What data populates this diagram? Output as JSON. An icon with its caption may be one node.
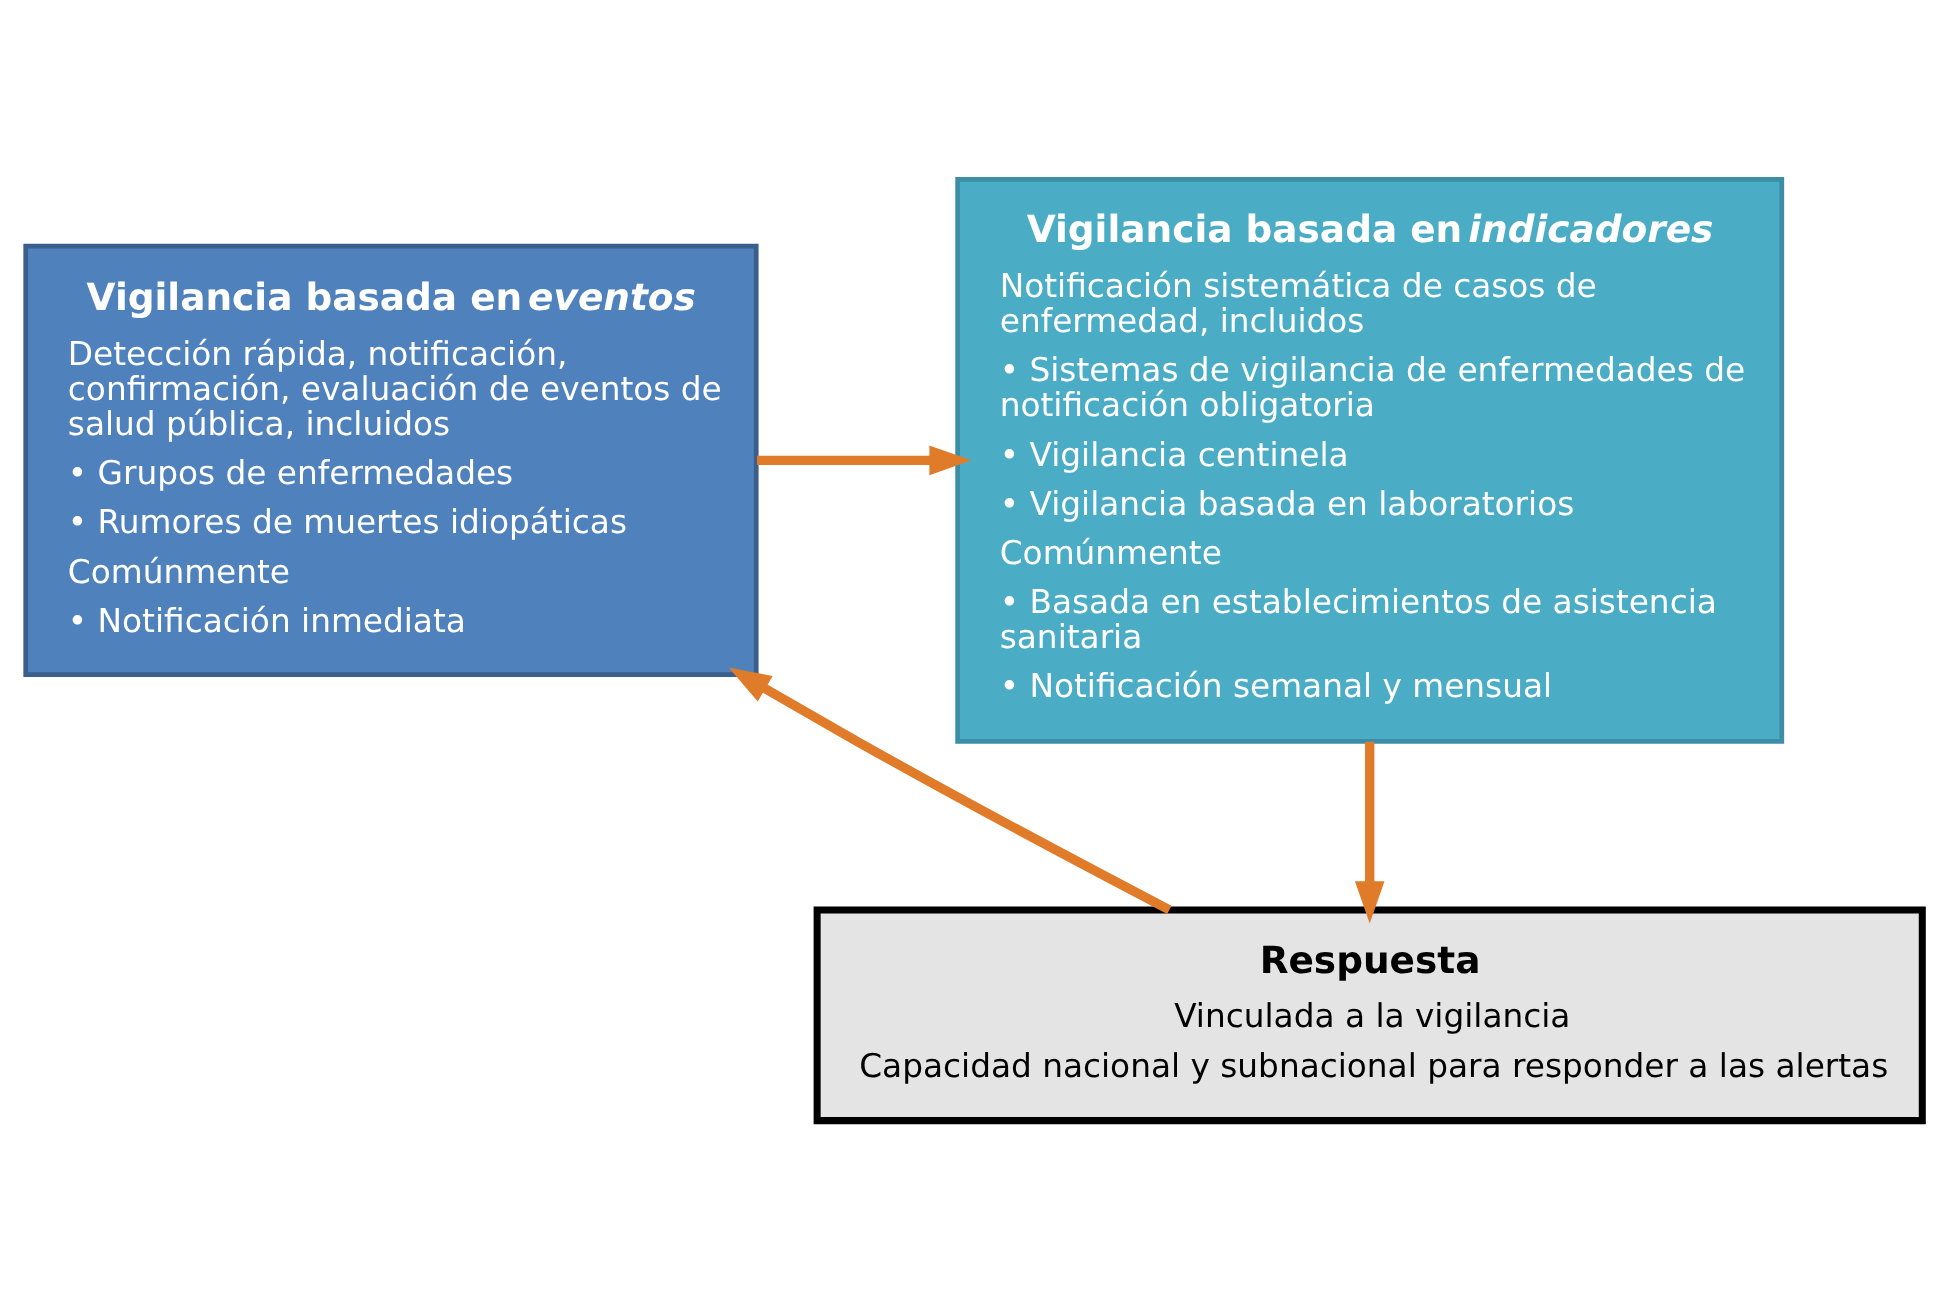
{
  "diagram": {
    "nodes": [
      {
        "text": [
          "Vigilancia basada en *eventos*",
          "Detección rápida, notificación, confirmación, evaluación de eventos de salud pública, incluidos",
          "• Grupos de enfermedades",
          "• Rumores de muertes idiopáticas",
          "Comúnmente",
          "• Notificación inmediata"
        ]
      },
      {
        "text": [
          "Vigilancia basada en *indicadores*",
          "Notificación sistemática de casos de enfermedad, incluidos",
          "• Sistemas de vigilancia de enfermedades de notificación obligatoria",
          "• Vigilancia centinela",
          "• Vigilancia basada en laboratorios",
          "Comúnmente",
          "• Basada en establecimientos de asistencia sanitaria",
          "• Notificación semanal y mensual"
        ]
      },
      {
        "text": [
          "Respuesta",
          "Vinculada a la vigilancia",
          "Capacidad nacional y subnacional para responder a las alertas"
        ]
      }
    ],
    "edges": [
      {
        "from": 0,
        "to": 1,
        "arrow": "to"
      },
      {
        "from": 1,
        "to": 2,
        "arrow": "to"
      },
      {
        "from": 2,
        "to": 0,
        "arrow": "to"
      }
    ]
  }
}
